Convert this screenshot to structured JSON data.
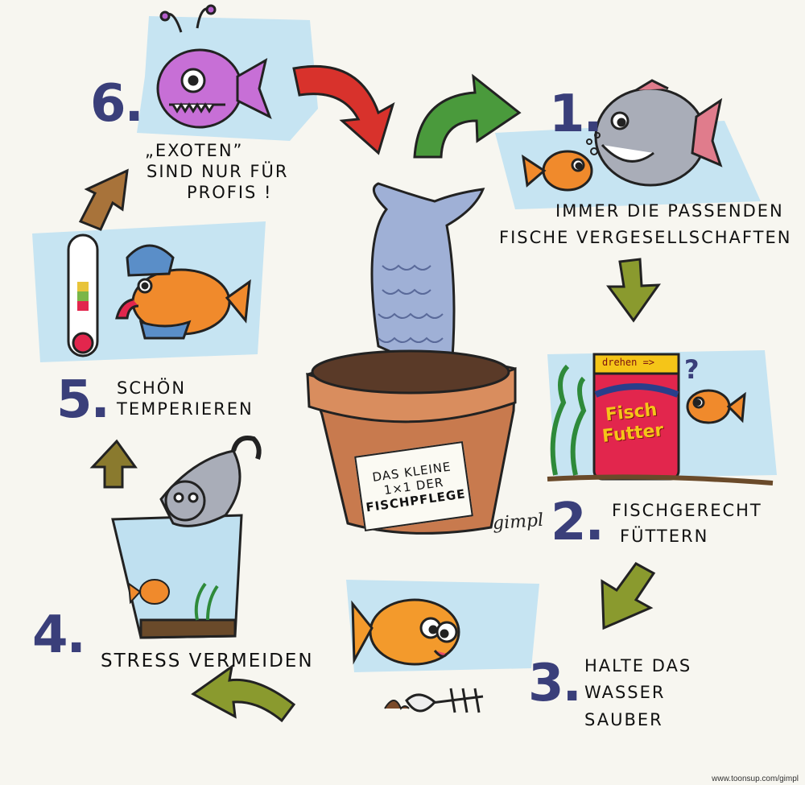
{
  "steps": [
    {
      "number": "1.",
      "text_line1": "IMMER DIE PASSENDEN",
      "text_line2": "FISCHE VERGESELLSCHAFTEN"
    },
    {
      "number": "2.",
      "text_line1": "FISCHGERECHT",
      "text_line2": "FÜTTERN"
    },
    {
      "number": "3.",
      "text_line1": "HALTE DAS",
      "text_line2": "WASSER",
      "text_line3": "SAUBER"
    },
    {
      "number": "4.",
      "text_line1": "STRESS VERMEIDEN"
    },
    {
      "number": "5.",
      "text_line1": "SCHÖN",
      "text_line2": "TEMPERIEREN"
    },
    {
      "number": "6.",
      "text_line1": "„EXOTEN”",
      "text_line2": "SIND NUR FÜR",
      "text_line3": "PROFIS !"
    }
  ],
  "pot_label": {
    "line1": "DAS KLEINE",
    "line2": "1×1 DER",
    "line3": "FISCHPFLEGE"
  },
  "food_can": {
    "top_label": "drehen =>",
    "line1": "Fisch",
    "line2": "Futter"
  },
  "signature": "gimpl",
  "credit": "www.toonsup.com/gimpl",
  "colors": {
    "numbers": "#3a3f7a",
    "water": "#bfe0f0",
    "arrow_red": "#d8322c",
    "arrow_green": "#4a9a3c",
    "arrow_olive": "#8a9a2e",
    "arrow_brown": "#a8733a",
    "pot": "#c87a4e"
  }
}
